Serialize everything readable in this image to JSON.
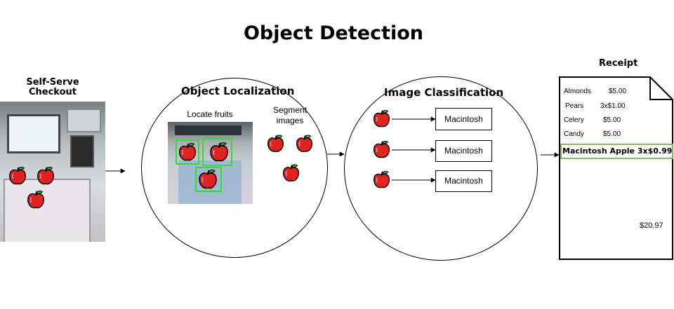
{
  "title": "Object Detection",
  "checkout": {
    "label_line1": "Self-Serve",
    "label_line2": "Checkout"
  },
  "localization": {
    "title": "Object Localization",
    "locate_label": "Locate fruits",
    "segment_label_line1": "Segment",
    "segment_label_line2": "images"
  },
  "classification": {
    "title": "Image Classification",
    "results": [
      "Macintosh",
      "Macintosh",
      "Macintosh"
    ]
  },
  "receipt": {
    "title": "Receipt",
    "items": [
      {
        "name": "Almonds",
        "price": "$5.00"
      },
      {
        "name": "Pears",
        "price": "3x$1.00"
      },
      {
        "name": "Celery",
        "price": "$5.00"
      },
      {
        "name": "Candy",
        "price": "$5.00"
      }
    ],
    "highlight": "Macintosh Apple 3x$0.99",
    "total": "$20.97"
  },
  "colors": {
    "apple": "#e02424",
    "highlight_border": "#86b366",
    "detection_box": "#39d739"
  },
  "icons": [
    "apple-icon",
    "arrow-icon",
    "document-icon"
  ]
}
